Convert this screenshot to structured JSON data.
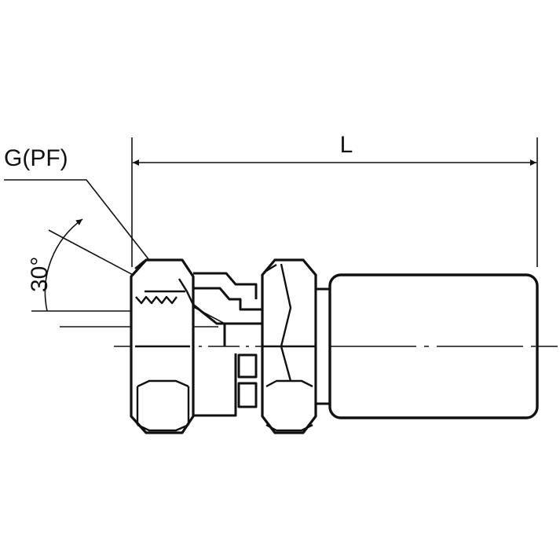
{
  "labels": {
    "thread": "G(PF)",
    "length": "L",
    "angle": "30°"
  },
  "colors": {
    "line": "#111111",
    "background": "#ffffff"
  }
}
